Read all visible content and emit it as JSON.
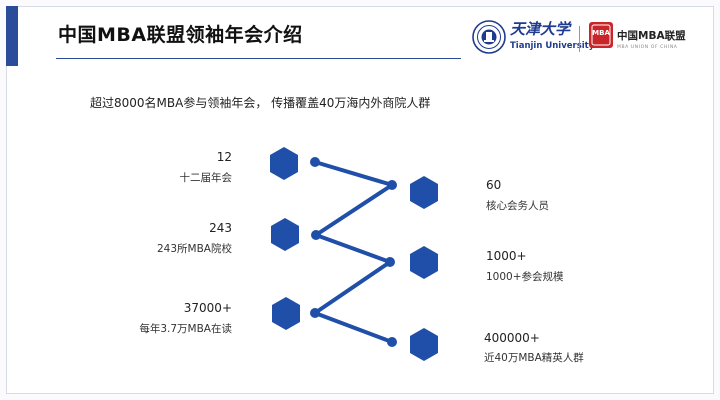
{
  "header": {
    "title": "中国MBA联盟领袖年会介绍",
    "university_cn": "天津大学",
    "university_en": "Tianjin University",
    "alliance_mark": "MBA",
    "alliance_name": "中国MBA联盟",
    "alliance_en": "MBA UNION OF CHINA"
  },
  "subtitle": "超过8000名MBA参与领袖年会，   传播覆盖40万海内外商院人群",
  "stats_left": [
    {
      "value": "12",
      "label": "十二届年会"
    },
    {
      "value": "243",
      "label": "243所MBA院校"
    },
    {
      "value": "37000+",
      "label": "每年3.7万MBA在读"
    }
  ],
  "stats_right": [
    {
      "value": "60",
      "label": "核心会务人员"
    },
    {
      "value": "1000+",
      "label": "1000+参会规模"
    },
    {
      "value": "400000+",
      "label": "近40万MBA精英人群"
    }
  ],
  "colors": {
    "accent": "#2b4c9b",
    "hexagon": "#1f4fa8",
    "brand_red": "#c8262a"
  },
  "icons": [
    "hexagon-icon",
    "university-seal-icon",
    "mba-union-mark-icon"
  ]
}
